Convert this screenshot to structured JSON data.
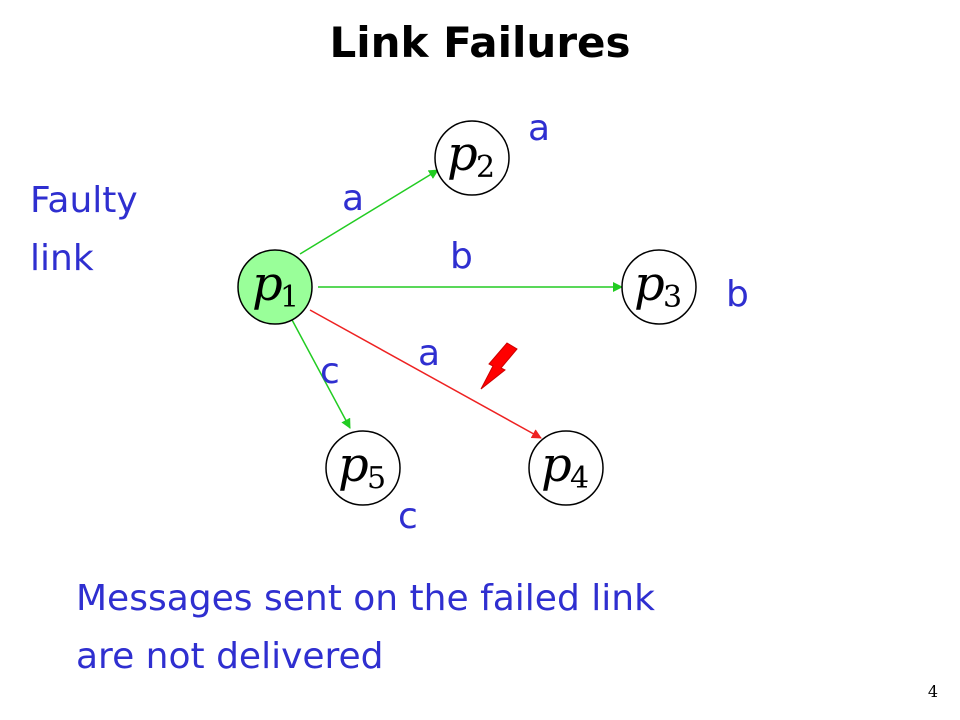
{
  "title": "Link Failures",
  "side_label": {
    "line1": "Faulty",
    "line2": "link"
  },
  "caption": {
    "line1": "Messages sent on the failed link",
    "line2": "are not delivered"
  },
  "page_number": "4",
  "nodes": {
    "p1": {
      "letter": "p",
      "sub": "1",
      "fill": "#99ff99"
    },
    "p2": {
      "letter": "p",
      "sub": "2",
      "fill": "#ffffff"
    },
    "p3": {
      "letter": "p",
      "sub": "3",
      "fill": "#ffffff"
    },
    "p4": {
      "letter": "p",
      "sub": "4",
      "fill": "#ffffff"
    },
    "p5": {
      "letter": "p",
      "sub": "5",
      "fill": "#ffffff"
    }
  },
  "messages": {
    "edge_p1_p2": "a",
    "edge_p1_p3": "b",
    "edge_p1_p4": "a",
    "edge_p1_p5": "c",
    "received_p2": "a",
    "received_p3": "b",
    "received_p5": "c"
  },
  "colors": {
    "text_blue": "#2f2fd0",
    "ok_link": "#22cc22",
    "failed_link": "#ee2222",
    "lightning": "#ff0000",
    "sender_fill": "#99ff99"
  }
}
